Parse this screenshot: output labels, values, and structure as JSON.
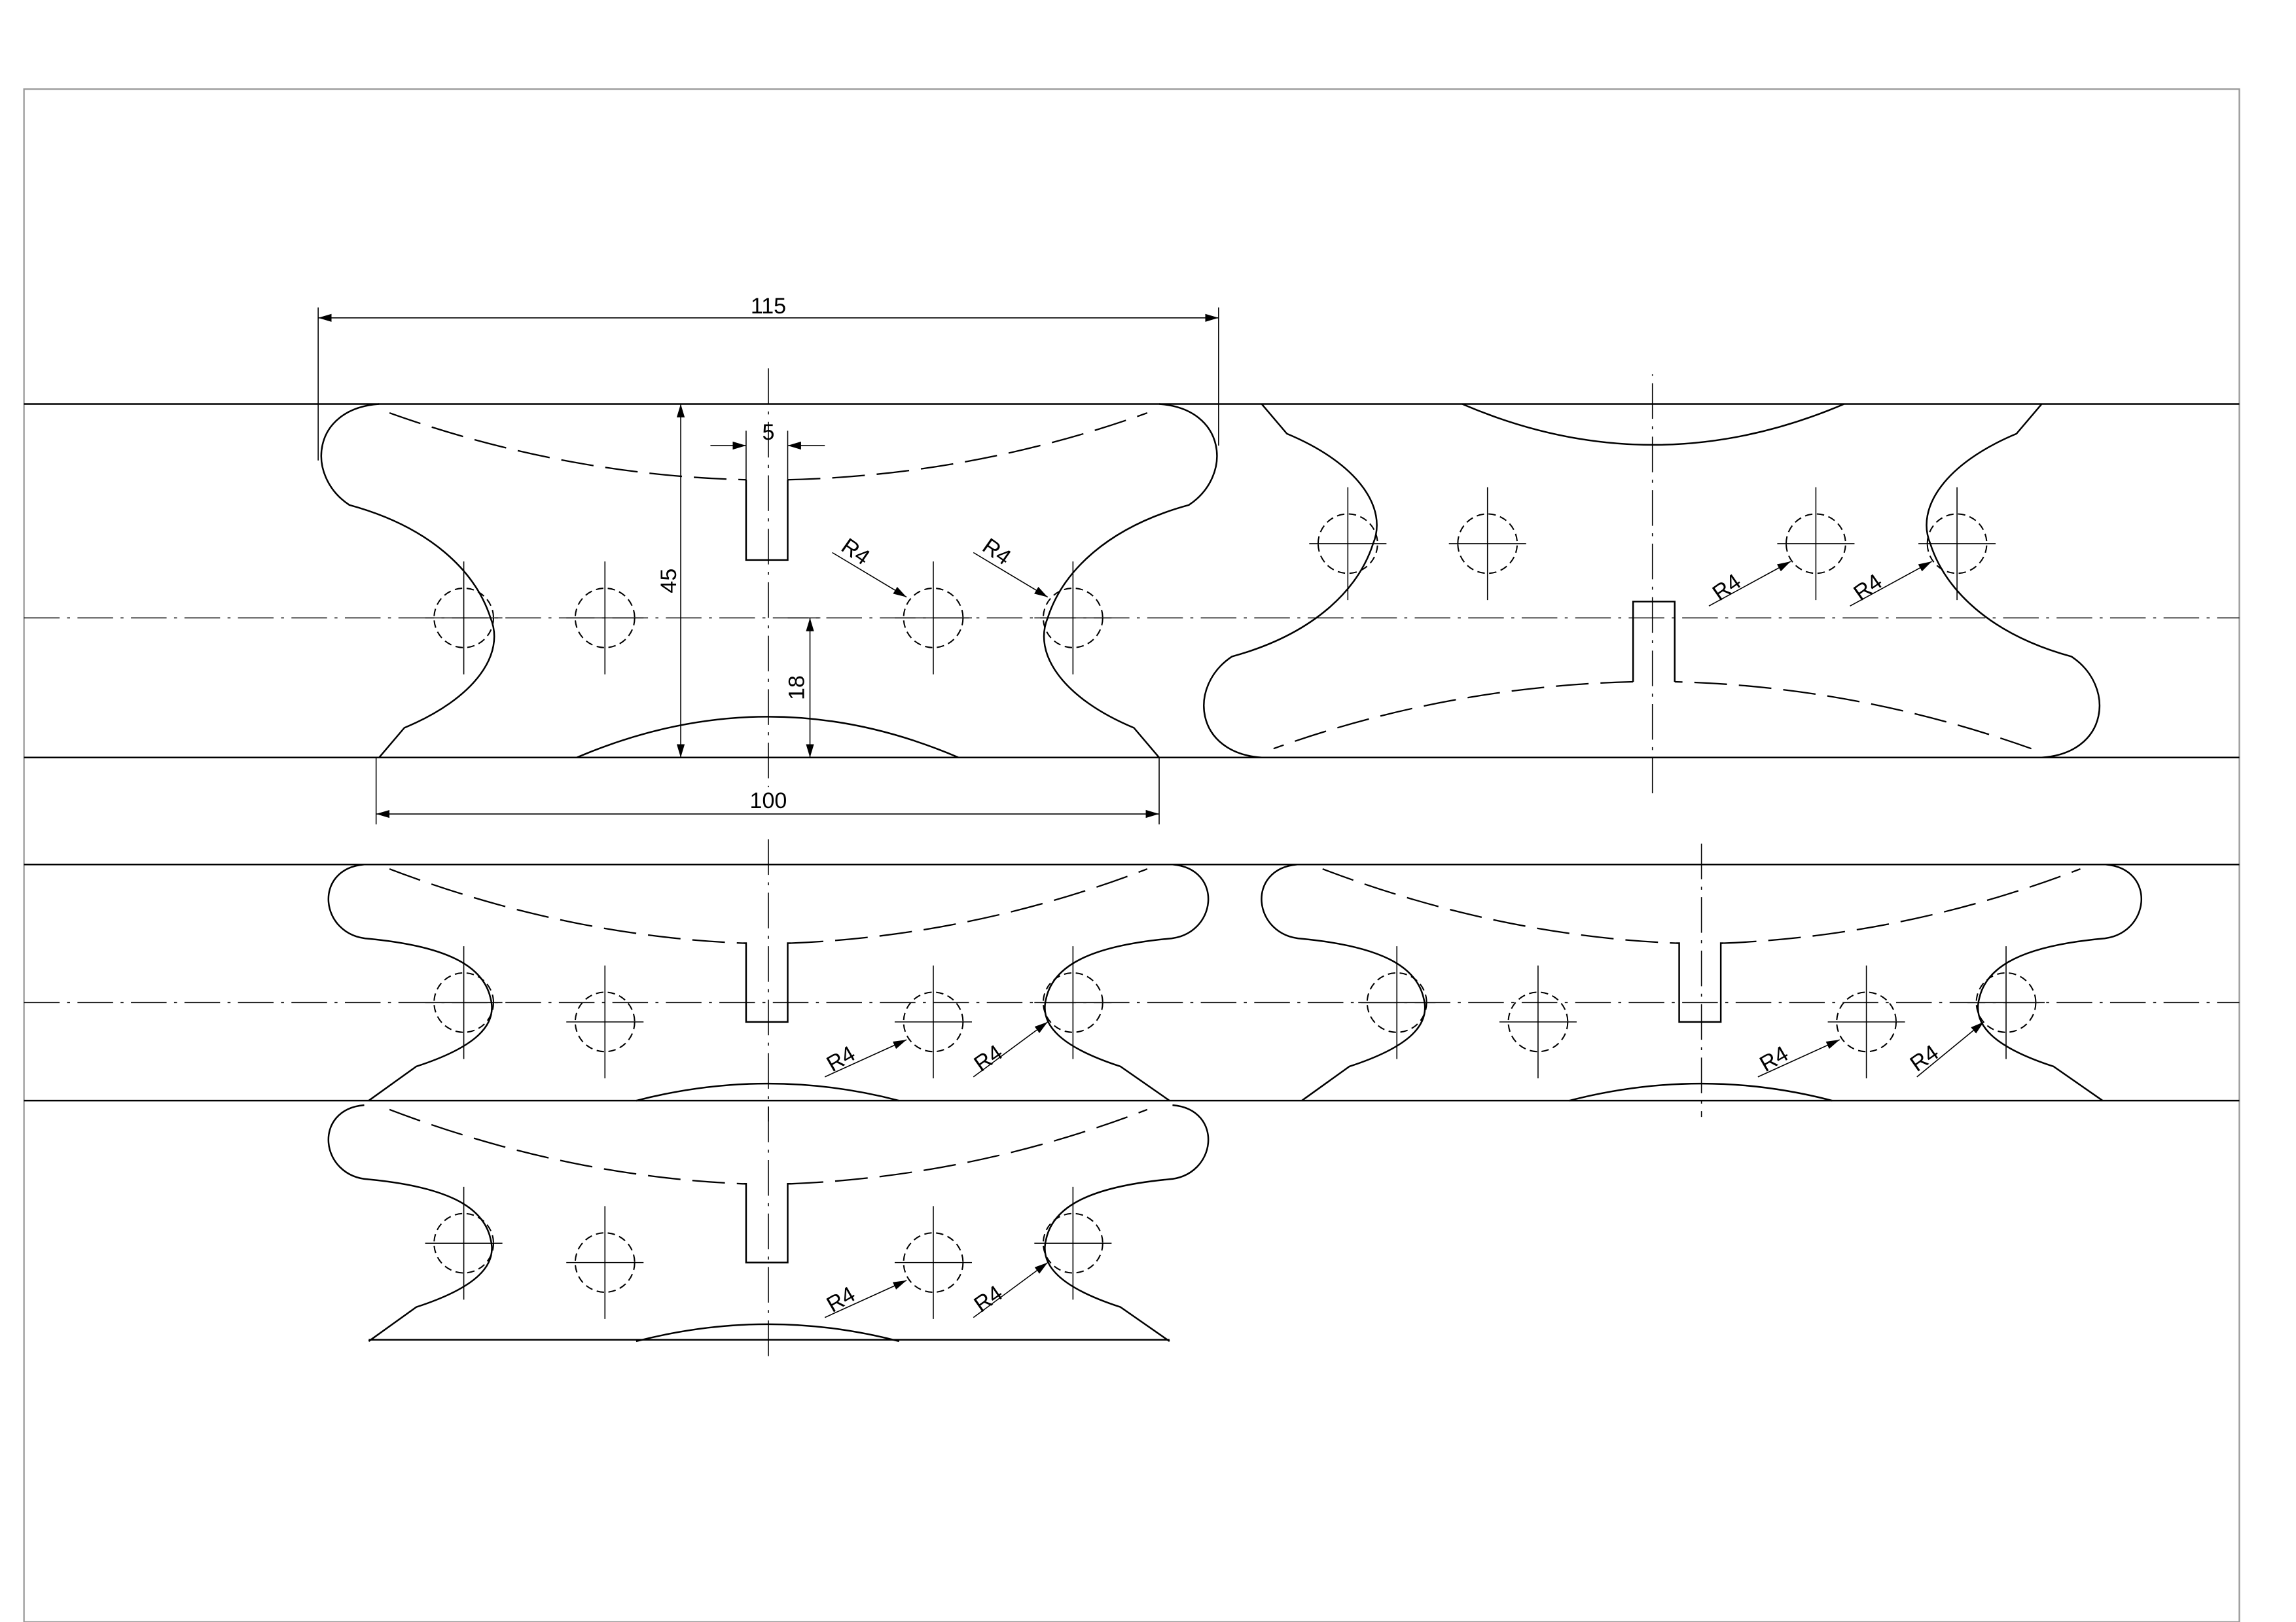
{
  "dimensions": {
    "overall_width": "115",
    "slot_width": "5",
    "height": "45",
    "center_height": "18",
    "base_width": "100",
    "radius": "R4"
  },
  "colors": {
    "line": "#000000",
    "background": "#ffffff",
    "frame": "#999999"
  }
}
